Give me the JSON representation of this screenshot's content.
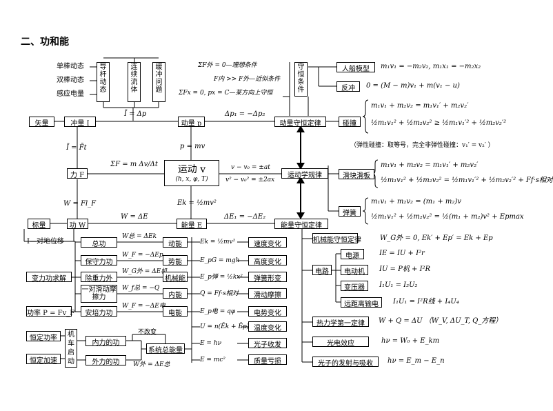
{
  "title": "二、功和能",
  "top_vertical_boxes": [
    "导杆动态",
    "连续流体",
    "缓冲问题",
    "守恒条件"
  ],
  "left_labels": [
    "单棒动态",
    "双棒动态",
    "感应电量"
  ],
  "conservation_conditions": [
    "ΣF外 = 0—理想条件",
    "F内 >> F外—近似条件",
    "ΣFx = 0,  px = C—某方向上守恒"
  ],
  "impulse_formula": "Ī = Δp",
  "momentum_change": "Δp₁ = −Δp₂",
  "row1": {
    "vector": "矢量",
    "impulse": "冲量 I",
    "momentum": "动量 p",
    "momentum_law": "动量守恒定律"
  },
  "rel_formulas": {
    "impulse_force": "Ī = F̄t",
    "momentum_def": "p = mv",
    "work_force": "W = Fl_F",
    "work_energy": "W = ΔE",
    "kinetic": "Ek = ½mv²",
    "energy_change": "ΔE₁ = −ΔE₂"
  },
  "newton2": "ΣF = m Δv/Δt",
  "motion": {
    "title": "运动 v",
    "sub": "(h, x, φ, T)"
  },
  "kinematics": [
    "v − v₀ = ±at",
    "v² − v₀² = ±2ax"
  ],
  "force": "力 F",
  "row3": {
    "scalar": "标量",
    "work": "功 W",
    "energy": "能量 E",
    "energy_law": "能量守恒定律"
  },
  "kinematics_law": "运动学规律",
  "right_models": {
    "boat": {
      "label": "人船模型",
      "formula": "m₁v₁ = −m₂v₂,  m₁x₁ = −m₂x₂"
    },
    "recoil": {
      "label": "反冲",
      "formula": "0 = (M − m)v₁ + m(v₁ − u)"
    },
    "collision": {
      "label": "碰撞",
      "formula1": "m₁v₁ + m₂v₂ = m₁v₁′ + m₂v₂′",
      "formula2": "½m₁v₁² + ½m₂v₂² ≥ ½m₁v₁′² + ½m₂v₂′²",
      "note": "（弹性碰撞：取等号，完全非弹性碰撞：v₁′ = v₂′ ）"
    },
    "slider": {
      "label": "滑块滑板",
      "formula1": "m₁v₁ + m₂v₂ = m₁v₁′ + m₂v₂′",
      "formula2": "½m₁v₁² + ½m₂v₂² = ½m₁v₁′² + ½m₂v₂′² + Ff·s相对"
    },
    "spring": {
      "label": "弹簧",
      "formula1": "m₁v₁ + m₂v₂ = (m₁ + m₂)v",
      "formula2": "½m₁v₁² + ½m₂v₂² = ½(m₁ + m₂)v² + Epmax"
    }
  },
  "mech_energy": {
    "label": "机械能守恒定律",
    "formula": "W_G外 = 0,  Ek′ + Ep′ = Ek + Ep"
  },
  "circuit": {
    "label": "电路",
    "items": [
      {
        "label": "电源",
        "formula": "IE = IU + I²r"
      },
      {
        "label": "电动机",
        "formula": "IU = P机 + I²R"
      },
      {
        "label": "变压器",
        "formula": "I₁U₁ = I₂U₂"
      },
      {
        "label": "远距离输电",
        "formula": "I₁U₁ = I²R线 + I₄U₄"
      }
    ]
  },
  "thermo": {
    "label": "热力学第一定律",
    "formula": "W + Q = ΔU  （W_V, ΔU_T, Q_方程）"
  },
  "photoelectric": {
    "label": "光电效应",
    "formula": "hν = W₀ + E_km"
  },
  "photon": {
    "label": "光子的发射与吸收",
    "formula": "hν = E_m − E_n"
  },
  "left_items": [
    "I—对地位移",
    "变力功求解",
    "功率 P = Fv_F",
    "恒定功率",
    "恒定加速"
  ],
  "power_words": [
    "机",
    "车",
    "启",
    "动"
  ],
  "work_types": [
    "总功",
    "保守力功",
    "除重力外",
    "一对滑动摩擦力",
    "安培力功"
  ],
  "work_formulas": [
    "W总 = ΔEk",
    "W_F = −ΔEp",
    "W_G外 = ΔE机",
    "W_f总 = −Q",
    "W_F = −ΔE电"
  ],
  "energy_forms": [
    "动能",
    "势能",
    "机械能",
    "内能",
    "电能"
  ],
  "energy_formulas": [
    "Ek = ½mv²",
    "E_pG = mgh",
    "E_p弹 = ½kx²",
    "Q = Ff·s相对",
    "E_p电 = qφ",
    "U = n(Ēk + Ēp)",
    "E = hν",
    "E = mc²"
  ],
  "energy_results": [
    "速度变化",
    "高度变化",
    "弹簧形变",
    "滑动摩擦",
    "电势变化",
    "温度变化",
    "光子收发",
    "质量亏损"
  ],
  "internal_work": "内力的功",
  "external_work": "外力的功",
  "unchanged": "不改变",
  "system_energy": "系统总能量",
  "external_formula": "W外 = ΔE总"
}
